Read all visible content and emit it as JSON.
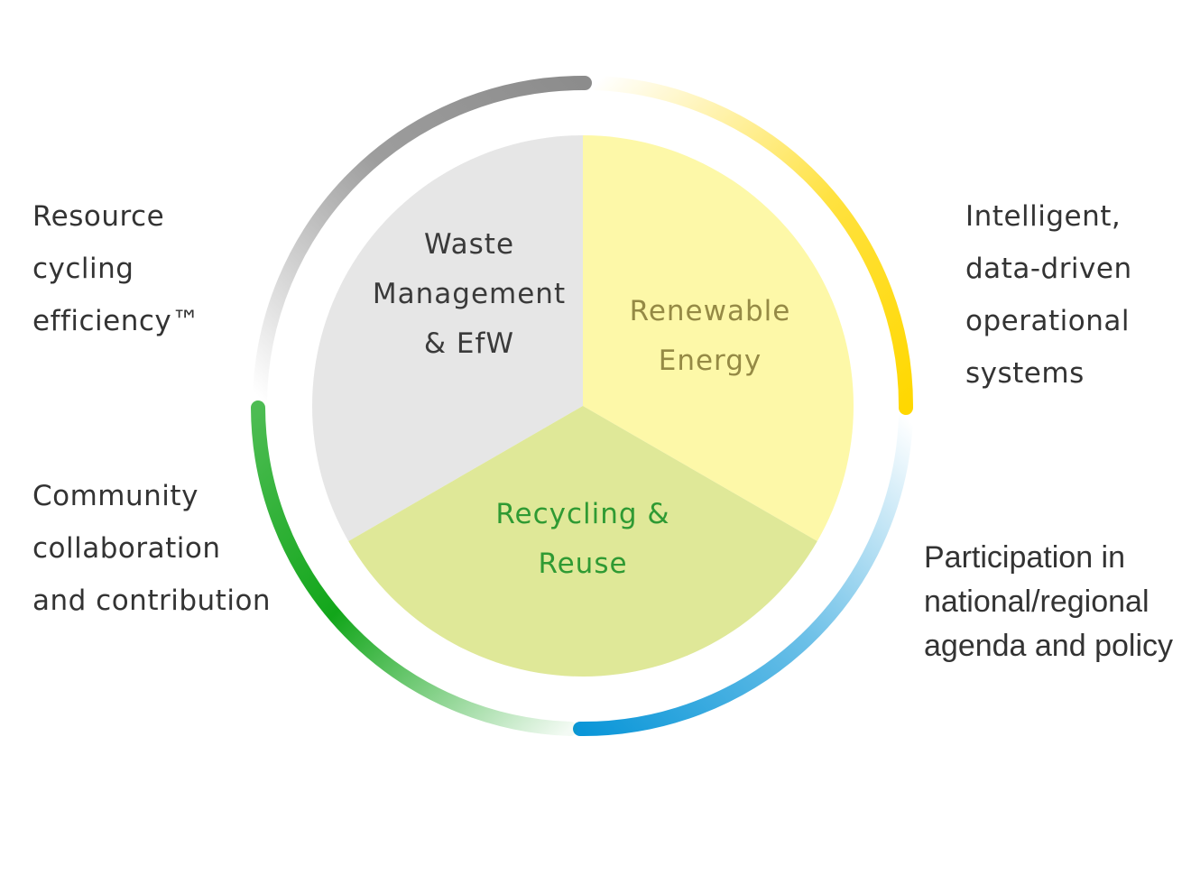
{
  "sectors": [
    {
      "name": "waste",
      "lines": [
        "Waste",
        "Management",
        "& EfW"
      ],
      "fill": "#e6e6e6",
      "text_color": "#3a3a3a"
    },
    {
      "name": "renewable",
      "lines": [
        "Renewable",
        "Energy"
      ],
      "fill": "#fdf8a8",
      "text_color": "#958a45"
    },
    {
      "name": "recycling",
      "lines": [
        "Recycling &",
        "Reuse"
      ],
      "fill": "#dfe898",
      "text_color": "#2f9a33"
    }
  ],
  "side_labels": {
    "resource": [
      "Resource",
      "cycling",
      "efficiency™"
    ],
    "intelligent": [
      "Intelligent,",
      "data-driven",
      "operational",
      "systems"
    ],
    "community": [
      "Community",
      "collaboration",
      "and contribution"
    ],
    "participation": [
      "Participation in",
      "national/regional",
      "agenda and policy"
    ]
  },
  "ring_colors": {
    "gray": "#8c8c8c",
    "yellow": "#ffd800",
    "blue": "#0a96d8",
    "green": "#12a61a"
  }
}
